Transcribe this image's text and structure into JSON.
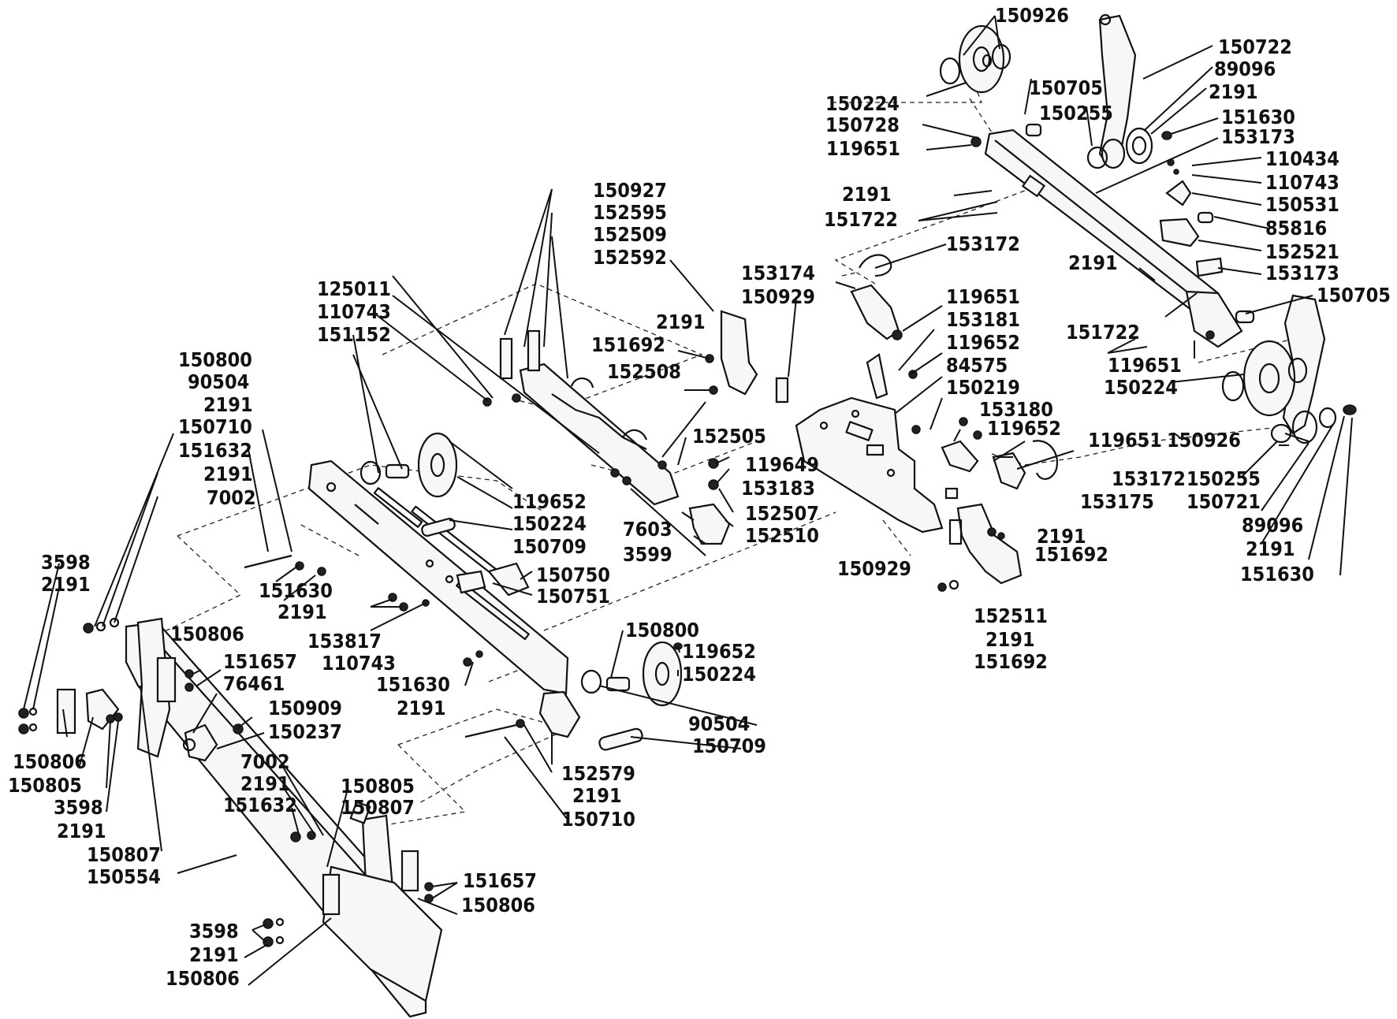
{
  "labels": [
    "150926",
    "150722",
    "89096",
    "150705",
    "150224",
    "150255",
    "2191",
    "150728",
    "151630",
    "153173",
    "119651",
    "110434",
    "110743",
    "2191",
    "150531",
    "151722",
    "85816",
    "153172",
    "152521",
    "150927",
    "152595",
    "152509",
    "152592",
    "2191",
    "153173",
    "125011",
    "153174",
    "150929",
    "150705",
    "110743",
    "151152",
    "119651",
    "2191",
    "151692",
    "151722",
    "153181",
    "150800",
    "119652",
    "152508",
    "119651",
    "90504",
    "84575",
    "150224",
    "2191",
    "150219",
    "150710",
    "153180",
    "119652",
    "119651",
    "152505",
    "150926",
    "151632",
    "2191",
    "119649",
    "153183",
    "153172",
    "150255",
    "7002",
    "119652",
    "152507",
    "153175",
    "150721",
    "150224",
    "7603",
    "152510",
    "89096",
    "150709",
    "3599",
    "2191",
    "2191",
    "150929",
    "151692",
    "151630",
    "150750",
    "3598",
    "2191",
    "150751",
    "151630",
    "152511",
    "2191",
    "150806",
    "153817",
    "2191",
    "110743",
    "151657",
    "151692",
    "76461",
    "150800",
    "119652",
    "151630",
    "150224",
    "2191",
    "150909",
    "150237",
    "90504",
    "150709",
    "152579",
    "7002",
    "150806",
    "2191",
    "150805",
    "151632",
    "150805",
    "150807",
    "2191",
    "3598",
    "150710",
    "2191",
    "150807",
    "150554",
    "151657",
    "150806",
    "3598",
    "2191",
    "150806"
  ]
}
